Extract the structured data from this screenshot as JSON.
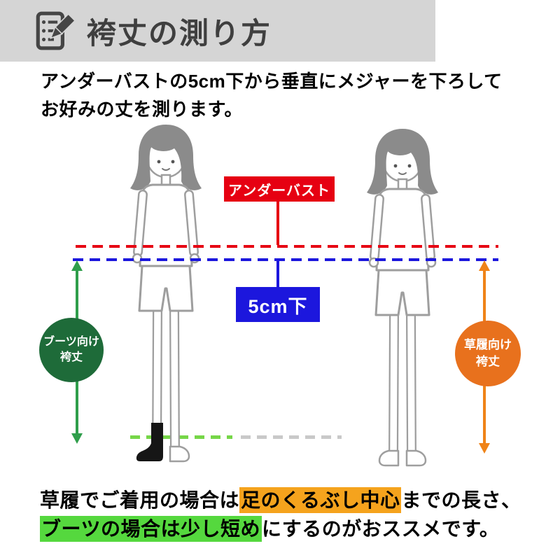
{
  "theme": {
    "header_gray": "#d5d5d5",
    "title_gray": "#3f3f3f",
    "red": "#e60012",
    "blue": "#1c17dd",
    "green_dark": "#1e6b39",
    "green_mid": "#2f9e4b",
    "green_light": "#76d648",
    "orange": "#e8711d",
    "orange_arrow": "#ef8318",
    "gray_dash": "#c9c9c9",
    "hl_orange": "#f5a31d",
    "hl_green": "#55d83e"
  },
  "header": {
    "icon": "memo-pencil-icon",
    "title": "袴丈の測り方"
  },
  "intro": {
    "line1": "アンダーバストの5cm下から垂直にメジャーを下ろして",
    "line2": "お好みの丈を測ります。"
  },
  "diagram": {
    "underbust_label": "アンダーバスト",
    "below_label": "5cm下",
    "boots_circle": {
      "line1": "ブーツ向け",
      "line2": "袴丈"
    },
    "zori_circle": {
      "line1": "草履向け",
      "line2": "袴丈"
    }
  },
  "footer": {
    "line1_pre": "草履でご着用の場合は",
    "line1_highlight": "足のくるぶし中心",
    "line1_post": "までの長さ、",
    "line2_highlight": "ブーツの場合は少し短め",
    "line2_post": "にするのがおススメです。"
  }
}
